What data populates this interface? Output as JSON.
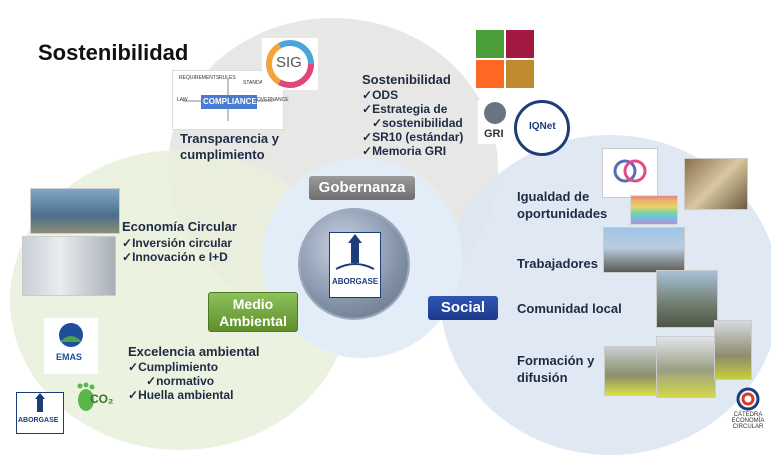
{
  "title": "Sostenibilidad",
  "gobernanza": {
    "label": "Gobernanza",
    "transparency": {
      "line1": "Transparencia y",
      "line2": "cumplimiento"
    },
    "compliance_words": {
      "requirements": "REQUIREMENTS",
      "rules": "RULES",
      "standards": "STANDARDS",
      "law": "LAW",
      "governance": "GOVERNANCE",
      "compliance": "COMPLIANCE"
    },
    "sig": "SIG",
    "sostenibilidad_heading": "Sostenibilidad",
    "items": [
      "ODS",
      "Estrategia de",
      "sostenibilidad",
      "SR10 (estándar)",
      "Memoria GRI"
    ],
    "gri": "GRI",
    "iqnet": "IQNet"
  },
  "medio_ambiental": {
    "label_line1": "Medio",
    "label_line2": "Ambiental",
    "economia_heading": "Economía Circular",
    "economia_items": [
      "Inversión circular",
      "Innovación e I+D"
    ],
    "excelencia_heading": "Excelencia ambiental",
    "excelencia_items": [
      "Cumplimiento",
      "normativo",
      "Huella ambiental"
    ],
    "emas": "EMAS",
    "co2": "CO₂"
  },
  "social": {
    "label": "Social",
    "items": [
      {
        "line1": "Igualdad de",
        "line2": "oportunidades"
      },
      {
        "line1": "Trabajadores",
        "line2": ""
      },
      {
        "line1": "Comunidad local",
        "line2": ""
      },
      {
        "line1": "Formación y",
        "line2": "difusión"
      }
    ]
  },
  "center_logo": "ABORGASE",
  "corner_logo": "ABORGASE",
  "catedra": {
    "line1": "CÁTEDRA",
    "line2": "ECONOMÍA",
    "line3": "CIRCULAR"
  },
  "colors": {
    "medio": "#6ea23a",
    "social": "#24469c",
    "gobernanza": "#858585",
    "text": "#1f2a44"
  }
}
